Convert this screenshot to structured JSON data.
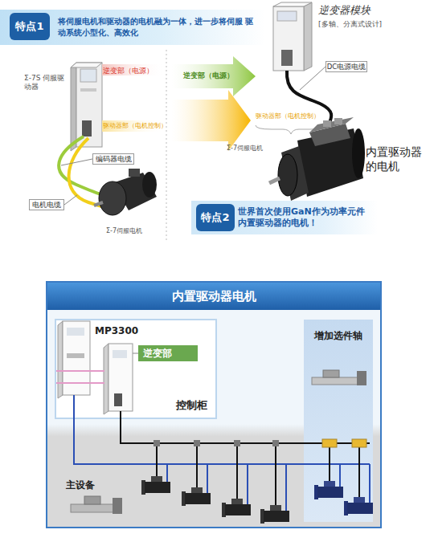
{
  "diagram": {
    "nodes": [
      {
        "text": [
          "将伺服电机和驱动器的电机融为一体，进一步将伺服 驱动系统小型化、高效化"
        ]
      },
      {
        "text": [
          "特点1"
        ],
        "in": 0
      },
      {
        "text": [
          "编码器电缆"
        ]
      },
      {
        "text": [
          "电机电缆"
        ]
      },
      {
        "text": [
          "DC电源电缆"
        ]
      },
      {
        "text": [
          "世界首次使用GaN作为功率元件 内置驱动器的电机！"
        ]
      },
      {
        "text": [
          "特点2"
        ],
        "in": 5
      },
      {
        "text": [
          "内置驱动器电机"
        ]
      },
      {
        "text": [
          "控制柜"
        ],
        "in": 7
      },
      {
        "text": [
          "逆变部"
        ],
        "in": 8
      },
      {
        "text": [
          "增加选件轴"
        ],
        "in": 7
      }
    ],
    "labels": [
      "Σ-7S 伺服驱动器",
      "逆变部（电源）",
      "驱动器部（电机控制）",
      "Σ-7伺服电机",
      "逆变部（电源）",
      "逆变器模块",
      "[多轴、分离式设计]",
      "驱动器部（电机控制）",
      "Σ-7伺服电机",
      "内置驱动器 的电机",
      "MP3300",
      "主设备"
    ]
  }
}
